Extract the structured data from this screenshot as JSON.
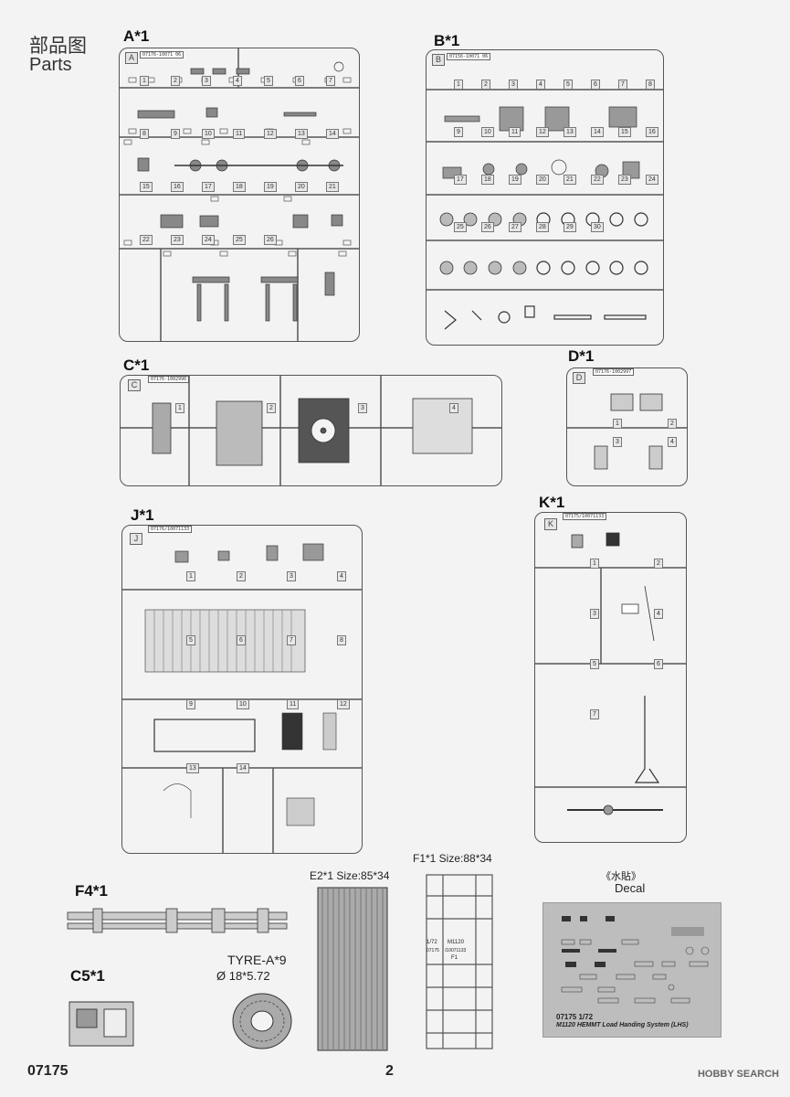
{
  "header": {
    "title_cn": "部品图",
    "title_en": "Parts"
  },
  "sprues": {
    "a": {
      "label": "A*1",
      "tag": "07176-10071 06",
      "corner": "A",
      "part_numbers": [
        "1",
        "2",
        "3",
        "4",
        "5",
        "6",
        "7",
        "8",
        "9",
        "10",
        "11",
        "12",
        "13",
        "14",
        "15",
        "16",
        "17",
        "18",
        "19",
        "20",
        "21",
        "22",
        "23",
        "24",
        "25",
        "26"
      ]
    },
    "b": {
      "label": "B*1",
      "tag": "07156-10071 06",
      "corner": "B",
      "part_numbers": [
        "1",
        "2",
        "3",
        "4",
        "5",
        "6",
        "7",
        "8",
        "9",
        "10",
        "11",
        "12",
        "13",
        "14",
        "15",
        "16",
        "17",
        "18",
        "19",
        "20",
        "21",
        "22",
        "23",
        "24",
        "25",
        "26",
        "27",
        "28",
        "29",
        "30"
      ]
    },
    "c": {
      "label": "C*1",
      "tag": "07176-1002996",
      "corner": "C",
      "part_numbers": [
        "1",
        "2",
        "3",
        "4"
      ]
    },
    "d": {
      "label": "D*1",
      "tag": "07176-1002997",
      "corner": "D",
      "part_numbers": [
        "1",
        "2",
        "3",
        "4"
      ]
    },
    "j": {
      "label": "J*1",
      "tag": "07176/10071133",
      "corner": "J",
      "part_numbers": [
        "1",
        "2",
        "3",
        "4",
        "5",
        "6",
        "7",
        "8",
        "9",
        "10",
        "11",
        "12",
        "13",
        "14"
      ]
    },
    "k": {
      "label": "K*1",
      "tag": "07175/10071133",
      "corner": "K",
      "part_numbers": [
        "1",
        "2",
        "3",
        "4",
        "5",
        "6",
        "7"
      ]
    }
  },
  "single_parts": {
    "f4": {
      "label": "F4*1"
    },
    "c5": {
      "label": "C5*1"
    },
    "tyre": {
      "label": "TYRE-A*9",
      "size": "Ø 18*5.72"
    },
    "e2": {
      "label": "E2*1 Size:85*34"
    },
    "f1": {
      "label": "F1*1 Size:88*34",
      "marks": [
        "1/72",
        "M1120",
        "07175",
        "/10071133",
        "F1"
      ]
    }
  },
  "decal": {
    "label_cn": "《水貼》",
    "label_en": "Decal",
    "caption_line1": "07175 1/72",
    "caption_line2": "M1120 HEMMT Load Handing System (LHS)"
  },
  "footer": {
    "kit_number": "07175",
    "page_number": "2",
    "watermark": "HOBBY SEARCH"
  }
}
